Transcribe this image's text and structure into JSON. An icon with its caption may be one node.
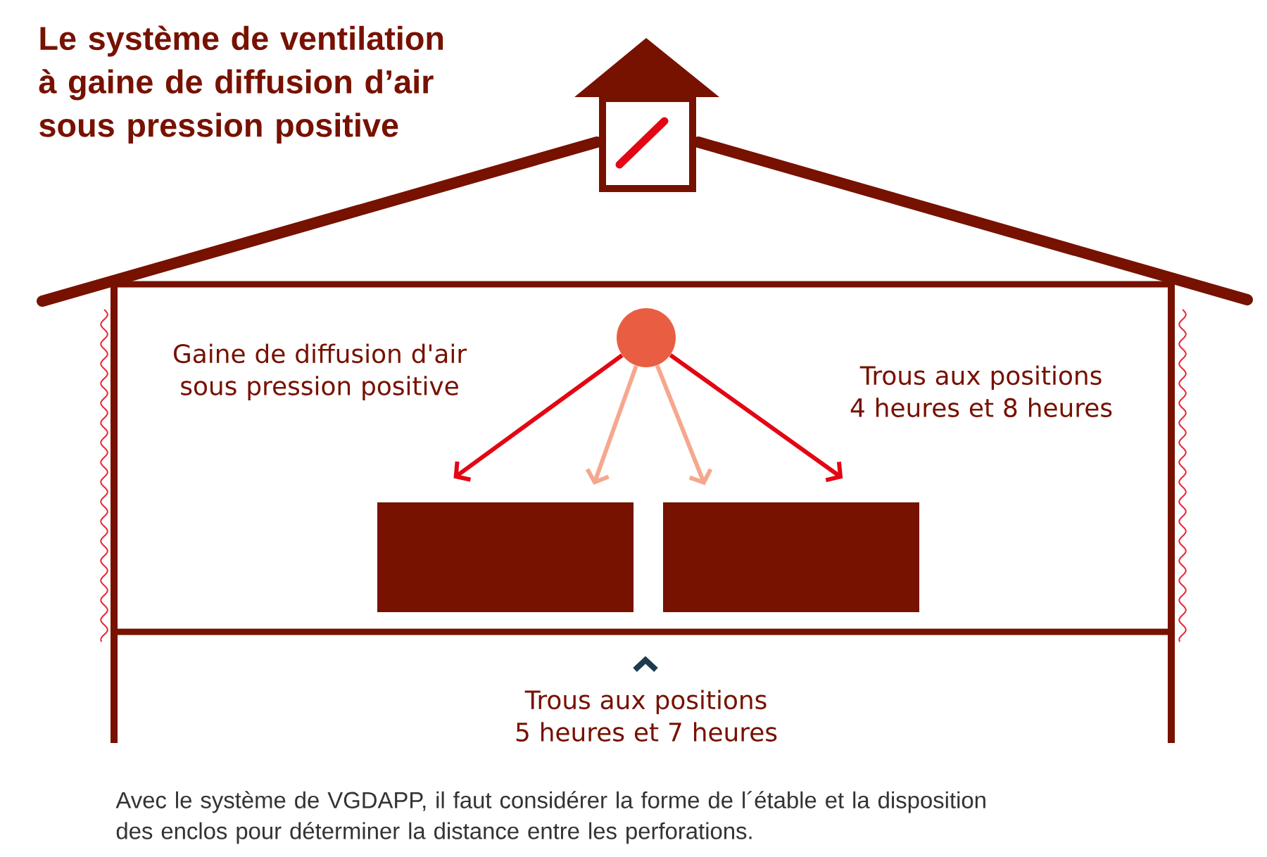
{
  "diagram": {
    "title": "Le système de ventilation à gaine de diffusion d’air sous pression positive",
    "caption": "Avec le système de VGDAPP, il faut considérer la forme de l´étable et la disposition des enclos pour déterminer la distance entre les perforations.",
    "nodes": [
      {
        "text": [],
        "shape": "circle"
      },
      {
        "text": [],
        "shape": "box"
      },
      {
        "text": [],
        "shape": "box"
      }
    ],
    "edges": [
      {
        "from": 0,
        "to": 1,
        "arrow": "to",
        "color": "#e30613"
      },
      {
        "from": 0,
        "to": 1,
        "arrow": "to",
        "color": "#f5a88d"
      },
      {
        "from": 0,
        "to": 2,
        "arrow": "to",
        "color": "#f5a88d"
      },
      {
        "from": 0,
        "to": 2,
        "arrow": "to",
        "color": "#e30613"
      }
    ],
    "labels": [
      "Gaine de diffusion d'air sous pression positive",
      "Trous aux positions 4 heures et 8 heures",
      "Trous aux positions 5 heures et 7 heures"
    ]
  }
}
